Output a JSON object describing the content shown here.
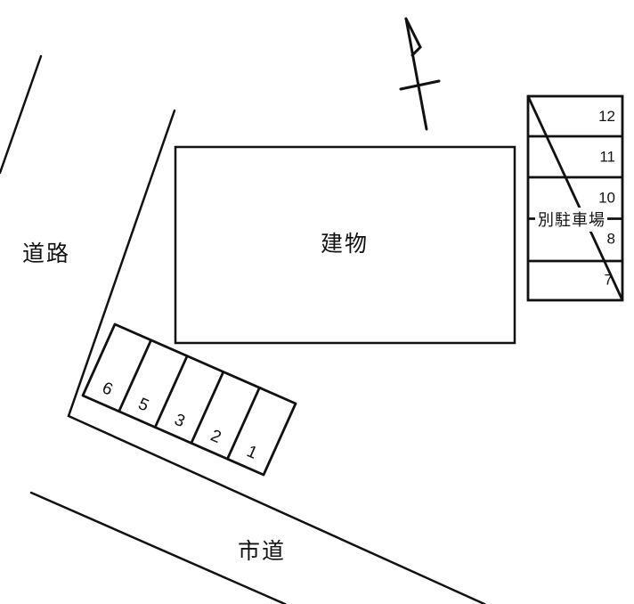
{
  "diagram": {
    "kind": "parking-site-plan",
    "line_color": "#111111",
    "background_color": "#ffffff",
    "labels": {
      "building": "建物",
      "road_left": "道路",
      "city_road": "市道",
      "annex_parking": "別駐車場"
    },
    "parking": {
      "left_row": {
        "stalls": [
          "6",
          "5",
          "3",
          "2",
          "1"
        ]
      },
      "right_column": {
        "stalls": [
          "12",
          "11",
          "10",
          "8",
          "7"
        ]
      }
    },
    "icons": {
      "north_arrow": "north-arrow"
    }
  }
}
